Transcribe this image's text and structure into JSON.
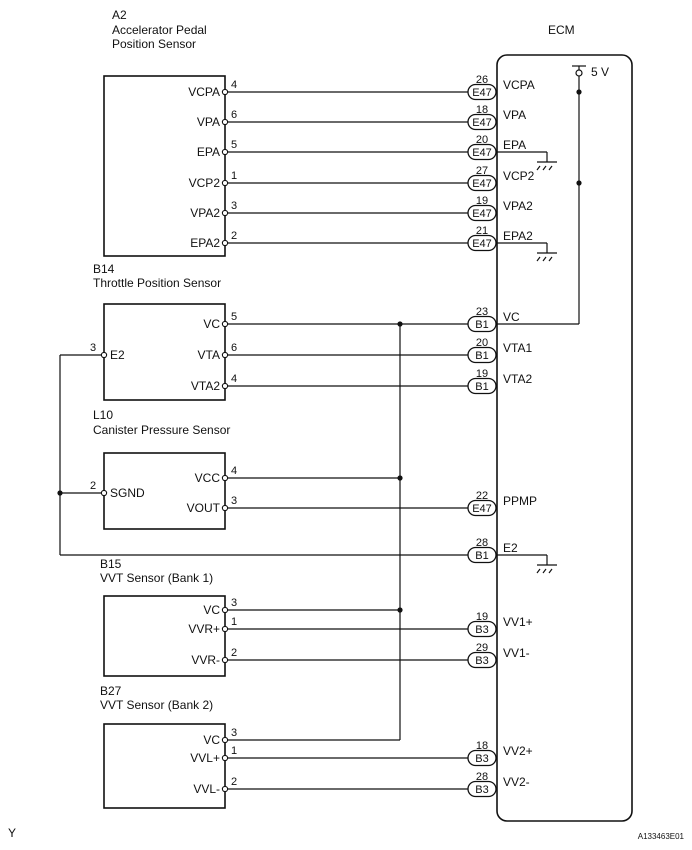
{
  "ecm": {
    "code": "",
    "name": "ECM",
    "supply": "5 V"
  },
  "components": [
    {
      "code": "A2",
      "name": "Accelerator Pedal",
      "name2": "Position Sensor"
    },
    {
      "code": "B14",
      "name": "Throttle Position Sensor"
    },
    {
      "code": "L10",
      "name": "Canister Pressure Sensor"
    },
    {
      "code": "B15",
      "name": "VVT Sensor (Bank 1)"
    },
    {
      "code": "B27",
      "name": "VVT Sensor (Bank 2)"
    }
  ],
  "sensor_pins": [
    {
      "label": "VCPA",
      "pin": "4"
    },
    {
      "label": "VPA",
      "pin": "6"
    },
    {
      "label": "EPA",
      "pin": "5"
    },
    {
      "label": "VCP2",
      "pin": "1"
    },
    {
      "label": "VPA2",
      "pin": "3"
    },
    {
      "label": "EPA2",
      "pin": "2"
    },
    {
      "label": "VC",
      "pin": "5"
    },
    {
      "label": "VTA",
      "pin": "6"
    },
    {
      "label": "VTA2",
      "pin": "4"
    },
    {
      "label": "E2",
      "pin": "3"
    },
    {
      "label": "VCC",
      "pin": "4"
    },
    {
      "label": "VOUT",
      "pin": "3"
    },
    {
      "label": "SGND",
      "pin": "2"
    },
    {
      "label": "VC",
      "pin": "3"
    },
    {
      "label": "VVR+",
      "pin": "1"
    },
    {
      "label": "VVR-",
      "pin": "2"
    },
    {
      "label": "VC",
      "pin": "3"
    },
    {
      "label": "VVL+",
      "pin": "1"
    },
    {
      "label": "VVL-",
      "pin": "2"
    }
  ],
  "ecm_pins": [
    {
      "connector": "E47",
      "pin": "26",
      "label": "VCPA"
    },
    {
      "connector": "E47",
      "pin": "18",
      "label": "VPA"
    },
    {
      "connector": "E47",
      "pin": "20",
      "label": "EPA"
    },
    {
      "connector": "E47",
      "pin": "27",
      "label": "VCP2"
    },
    {
      "connector": "E47",
      "pin": "19",
      "label": "VPA2"
    },
    {
      "connector": "E47",
      "pin": "21",
      "label": "EPA2"
    },
    {
      "connector": "B1",
      "pin": "23",
      "label": "VC"
    },
    {
      "connector": "B1",
      "pin": "20",
      "label": "VTA1"
    },
    {
      "connector": "B1",
      "pin": "19",
      "label": "VTA2"
    },
    {
      "connector": "E47",
      "pin": "22",
      "label": "PPMP"
    },
    {
      "connector": "B1",
      "pin": "28",
      "label": "E2"
    },
    {
      "connector": "B3",
      "pin": "19",
      "label": "VV1+"
    },
    {
      "connector": "B3",
      "pin": "29",
      "label": "VV1-"
    },
    {
      "connector": "B3",
      "pin": "18",
      "label": "VV2+"
    },
    {
      "connector": "B3",
      "pin": "28",
      "label": "VV2-"
    }
  ],
  "footer": {
    "left": "Y",
    "right": "A133463E01"
  }
}
